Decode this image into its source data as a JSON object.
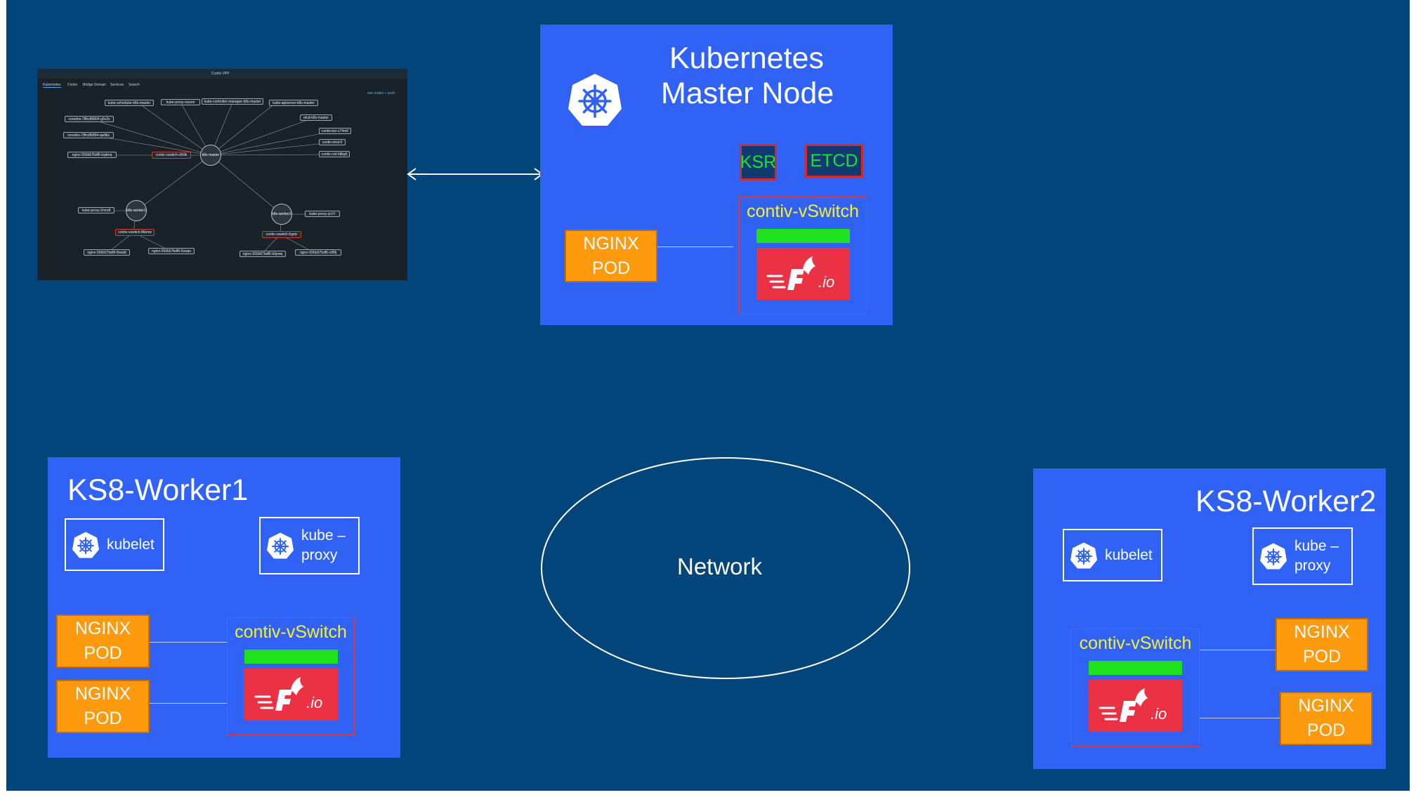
{
  "screenshot": {
    "app_title": "Contiv VPP",
    "tabs": [
      "Kubernetes",
      "Contiv",
      "Bridge Domain",
      "Services",
      "Search"
    ],
    "right_note": "see nodes + pods",
    "nodes": {
      "kube_scheduler": "kube-scheduler-k8s-master",
      "kube_proxy_master": "kube-proxy-sxzvm",
      "kube_controller": "kube-controller-manager-k8s-master",
      "kube_apiserver": "kube-apiserver-k8s-master",
      "coredns_a": "coredns-78fcdf6894-g5v2v",
      "coredns_b": "coredns-78fcdf6894-qw9ks",
      "nginx_master": "nginx-556b57bdf6-kqdmq",
      "vswitch_master": "contiv-vswitch-s9r6k",
      "k8s_master": "k8s-master",
      "etcd_master": "etcd-k8s-master",
      "contiv_ksr": "contiv-ksr-z74m6",
      "contiv_etcd": "contiv-etcd-0",
      "contiv_crd": "contiv-crd-h8kg6",
      "kube_proxy_w1": "kube-proxy-2nmdf",
      "k8s_worker1": "k8s-worker1",
      "vswitch_w1": "contiv-vswitch-8tbmw",
      "nginx_w1a": "nginx-556b57bdf6-8rwdd",
      "nginx_w1b": "nginx-556b57bdf6-5xwps",
      "k8s_worker2": "k8s-worker2",
      "kube_proxy_w2": "kube-proxy-jcn7r",
      "vswitch_w2": "contiv-vswitch-5gstz",
      "nginx_w2a": "nginx-556b57bdf6-b9pwq",
      "nginx_w2b": "nginx-556b57bdf6-x9f9j"
    }
  },
  "master": {
    "title_line1": "Kubernetes",
    "title_line2": "Master Node",
    "ksr": "KSR",
    "etcd": "ETCD",
    "pod_line1": "NGINX",
    "pod_line2": "POD",
    "vswitch": "contiv-vSwitch",
    "fdio_suffix": ".io"
  },
  "worker1": {
    "title": "KS8-Worker1",
    "kubelet": "kubelet",
    "proxy_line1": "kube –",
    "proxy_line2": "proxy",
    "pod_line1": "NGINX",
    "pod_line2": "POD",
    "vswitch": "contiv-vSwitch",
    "fdio_suffix": ".io"
  },
  "worker2": {
    "title": "KS8-Worker2",
    "kubelet": "kubelet",
    "proxy_line1": "kube –",
    "proxy_line2": "proxy",
    "pod_line1": "NGINX",
    "pod_line2": "POD",
    "vswitch": "contiv-vSwitch",
    "fdio_suffix": ".io"
  },
  "network": {
    "label": "Network"
  },
  "colors": {
    "background": "#02457a",
    "node_box": "#3063f5",
    "pod": "#fd9a0e",
    "vswitch_title": "#f6f12c",
    "vswitch_bar": "#1ee11e",
    "fdio": "#eb3245",
    "ksr_text": "#12e72c"
  },
  "icons": {
    "k8s": "kubernetes-helm-icon",
    "fdio": "fdio-logo-icon",
    "arrow": "double-arrow-icon"
  }
}
